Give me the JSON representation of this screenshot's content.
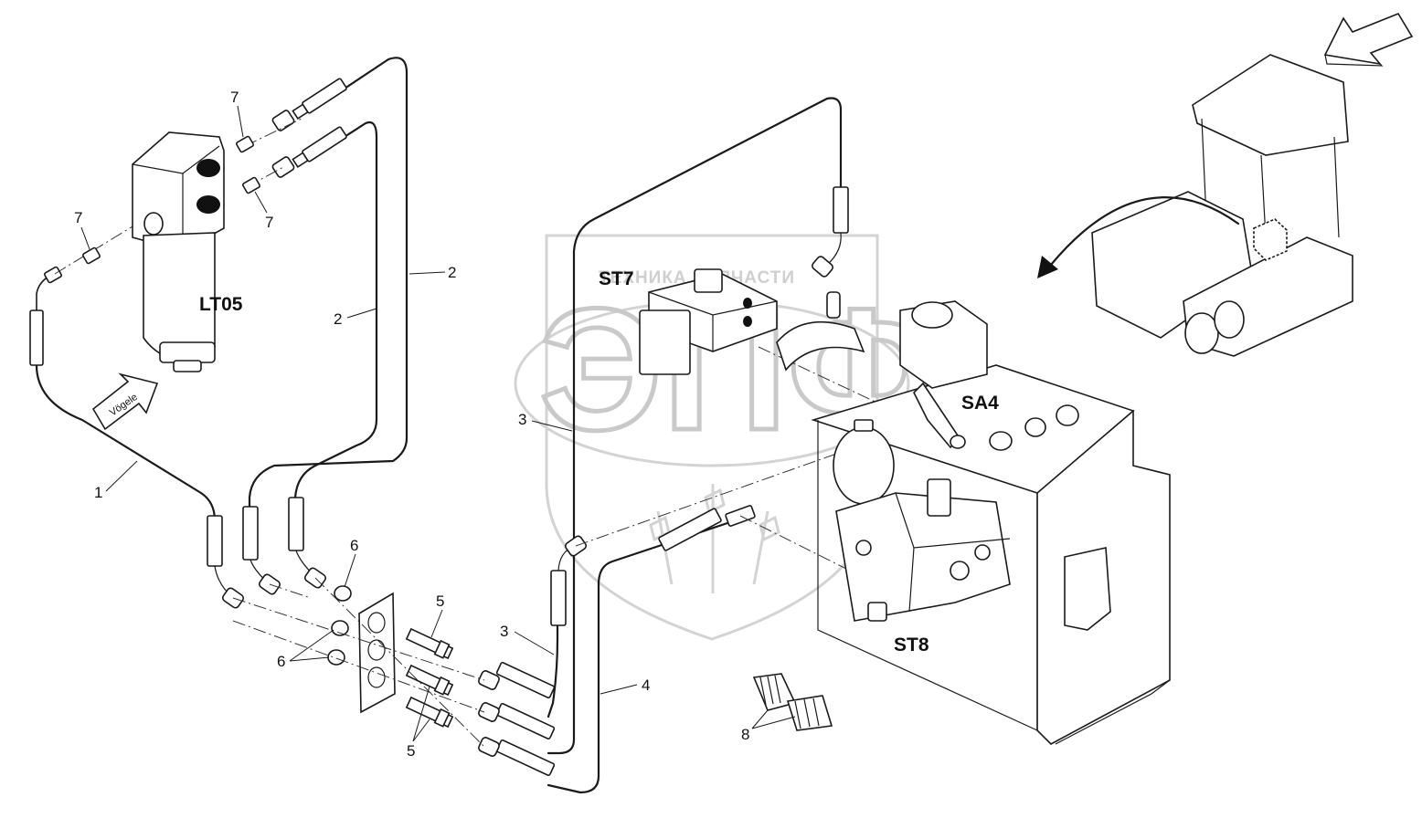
{
  "watermark": {
    "caption": "ТЕХНИКА   ЗАПЧАСТИ",
    "logo_text": "ЭПФ"
  },
  "arrow_logo_text": "Vögele",
  "components": {
    "lt05": "LT05",
    "st7": "ST7",
    "sa4": "SA4",
    "st8": "ST8"
  },
  "callouts": {
    "c1": "1",
    "c2a": "2",
    "c2b": "2",
    "c3a": "3",
    "c3b": "3",
    "c4": "4",
    "c5a": "5",
    "c5b": "5",
    "c6a": "6",
    "c6b": "6",
    "c7a": "7",
    "c7b": "7",
    "c7c": "7",
    "c8": "8"
  },
  "colors": {
    "line": "#1a1a1a",
    "watermark": "#c9c9c9",
    "background": "#ffffff"
  }
}
